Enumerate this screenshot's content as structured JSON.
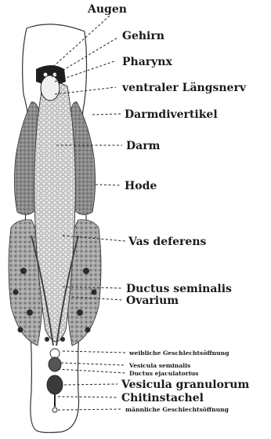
{
  "labels": {
    "augen": "Augen",
    "gehirn": "Gehirn",
    "pharynx": "Pharynx",
    "laengsnerv": "ventraler Längsnerv",
    "darmdivertikel": "Darmdivertikel",
    "darm": "Darm",
    "hode": "Hode",
    "vas_deferens": "Vas deferens",
    "ductus_seminalis": "Ductus seminalis",
    "ovarium": "Ovarium",
    "weibliche": "weibliche Geschlechtsöffnung",
    "vesicula_seminalis": "Vesicula seminalis",
    "ductus_ejaculatorius": "Ductus ejaculatorius",
    "vesicula_granulorum": "Vesicula granulorum",
    "chitinstachel": "Chitinstachel",
    "maennliche": "männliche Geschlechtsöffnung"
  },
  "colors": {
    "ink": "#1a1a1a",
    "tissue_dark": "#6f6f6f",
    "tissue_mid": "#9a9a9a",
    "gut_light": "#e6e6e6",
    "paper": "#ffffff"
  }
}
